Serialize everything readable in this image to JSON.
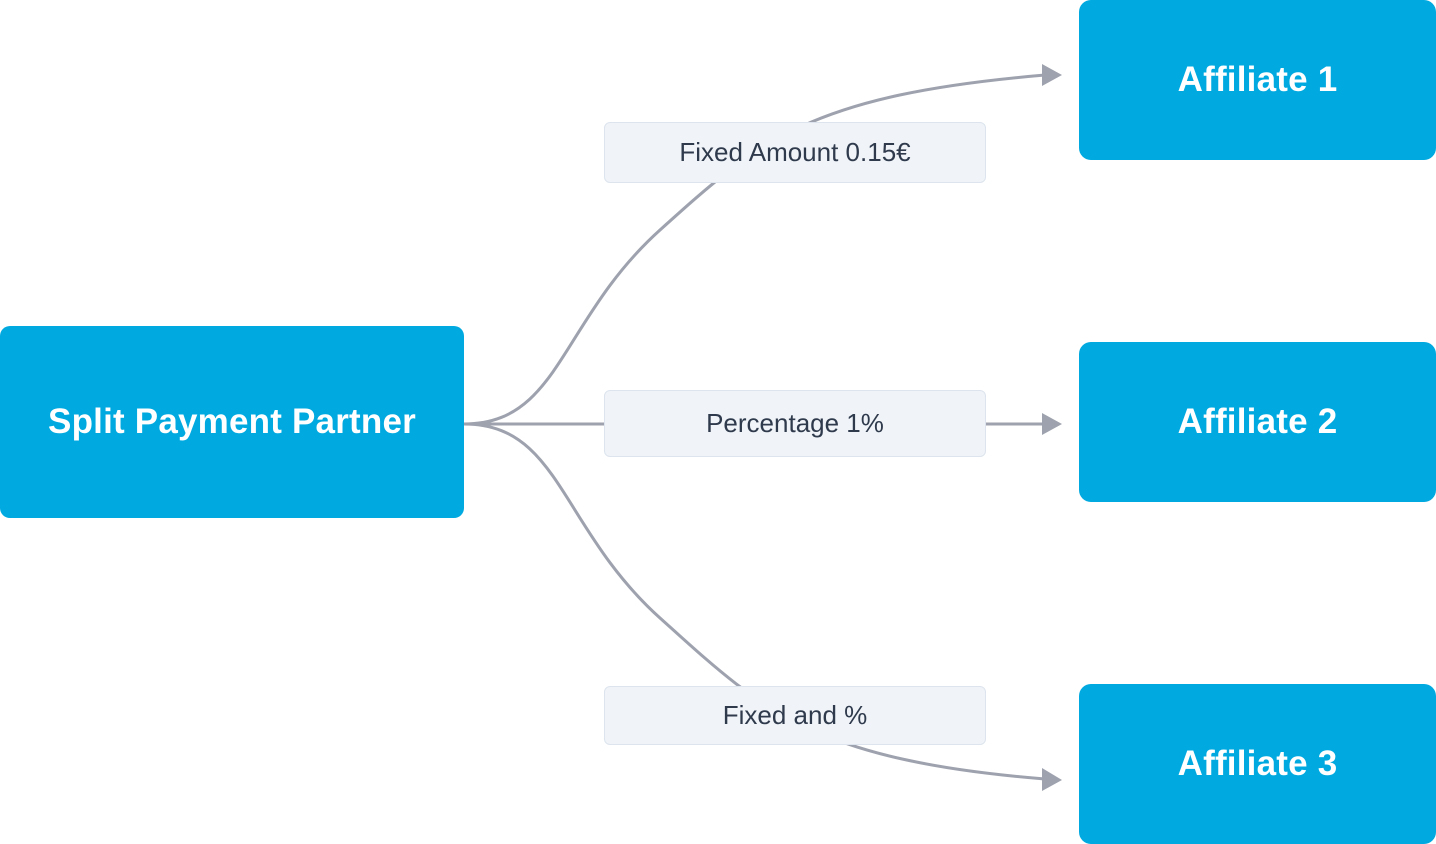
{
  "diagram": {
    "type": "flow",
    "colors": {
      "node_fill": "#00a9e0",
      "node_text": "#ffffff",
      "label_fill": "#f0f4f9",
      "label_border": "#dde4ed",
      "label_text": "#2f3a4c",
      "edge": "#9ea2ae"
    },
    "source": {
      "label": "Split Payment Partner"
    },
    "targets": [
      {
        "label": "Affiliate 1"
      },
      {
        "label": "Affiliate 2"
      },
      {
        "label": "Affiliate 3"
      }
    ],
    "edges": [
      {
        "from": "Split Payment Partner",
        "to": "Affiliate 1",
        "label": "Fixed Amount 0.15€"
      },
      {
        "from": "Split Payment Partner",
        "to": "Affiliate 2",
        "label": "Percentage 1%"
      },
      {
        "from": "Split Payment Partner",
        "to": "Affiliate 3",
        "label": "Fixed and %"
      }
    ]
  }
}
